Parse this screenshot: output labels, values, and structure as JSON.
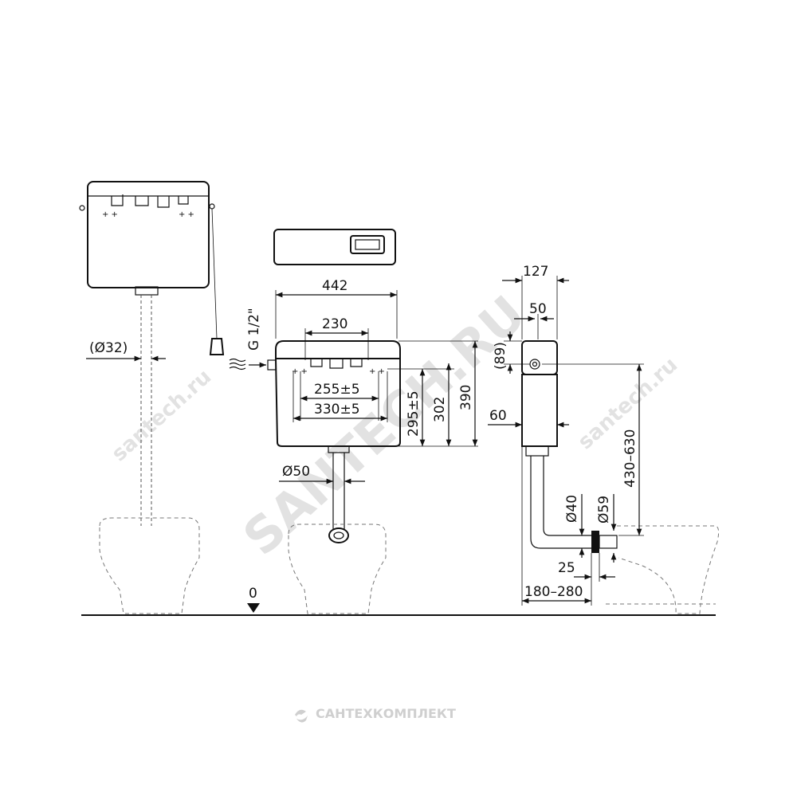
{
  "watermarks": {
    "main": "SANTECH.RU",
    "side": "santech.ru",
    "left": "santech.ru"
  },
  "footer_brand": "САНТЕХКОМПЛЕКТ",
  "dimensions": {
    "pipe_high": "(Ø32)",
    "inlet": "G 1/2\"",
    "width_442": "442",
    "width_230": "230",
    "width_255": "255±5",
    "width_330": "330±5",
    "height_295": "295±5",
    "height_302": "302",
    "height_390": "390",
    "outlet_50": "Ø50",
    "floor_zero": "0",
    "depth_127": "127",
    "depth_50": "50",
    "depth_89": "(89)",
    "depth_60": "60",
    "height_430_630": "430–630",
    "pipe_40": "Ø40",
    "pipe_59": "Ø59",
    "offset_25": "25",
    "offset_180_280": "180–280"
  }
}
